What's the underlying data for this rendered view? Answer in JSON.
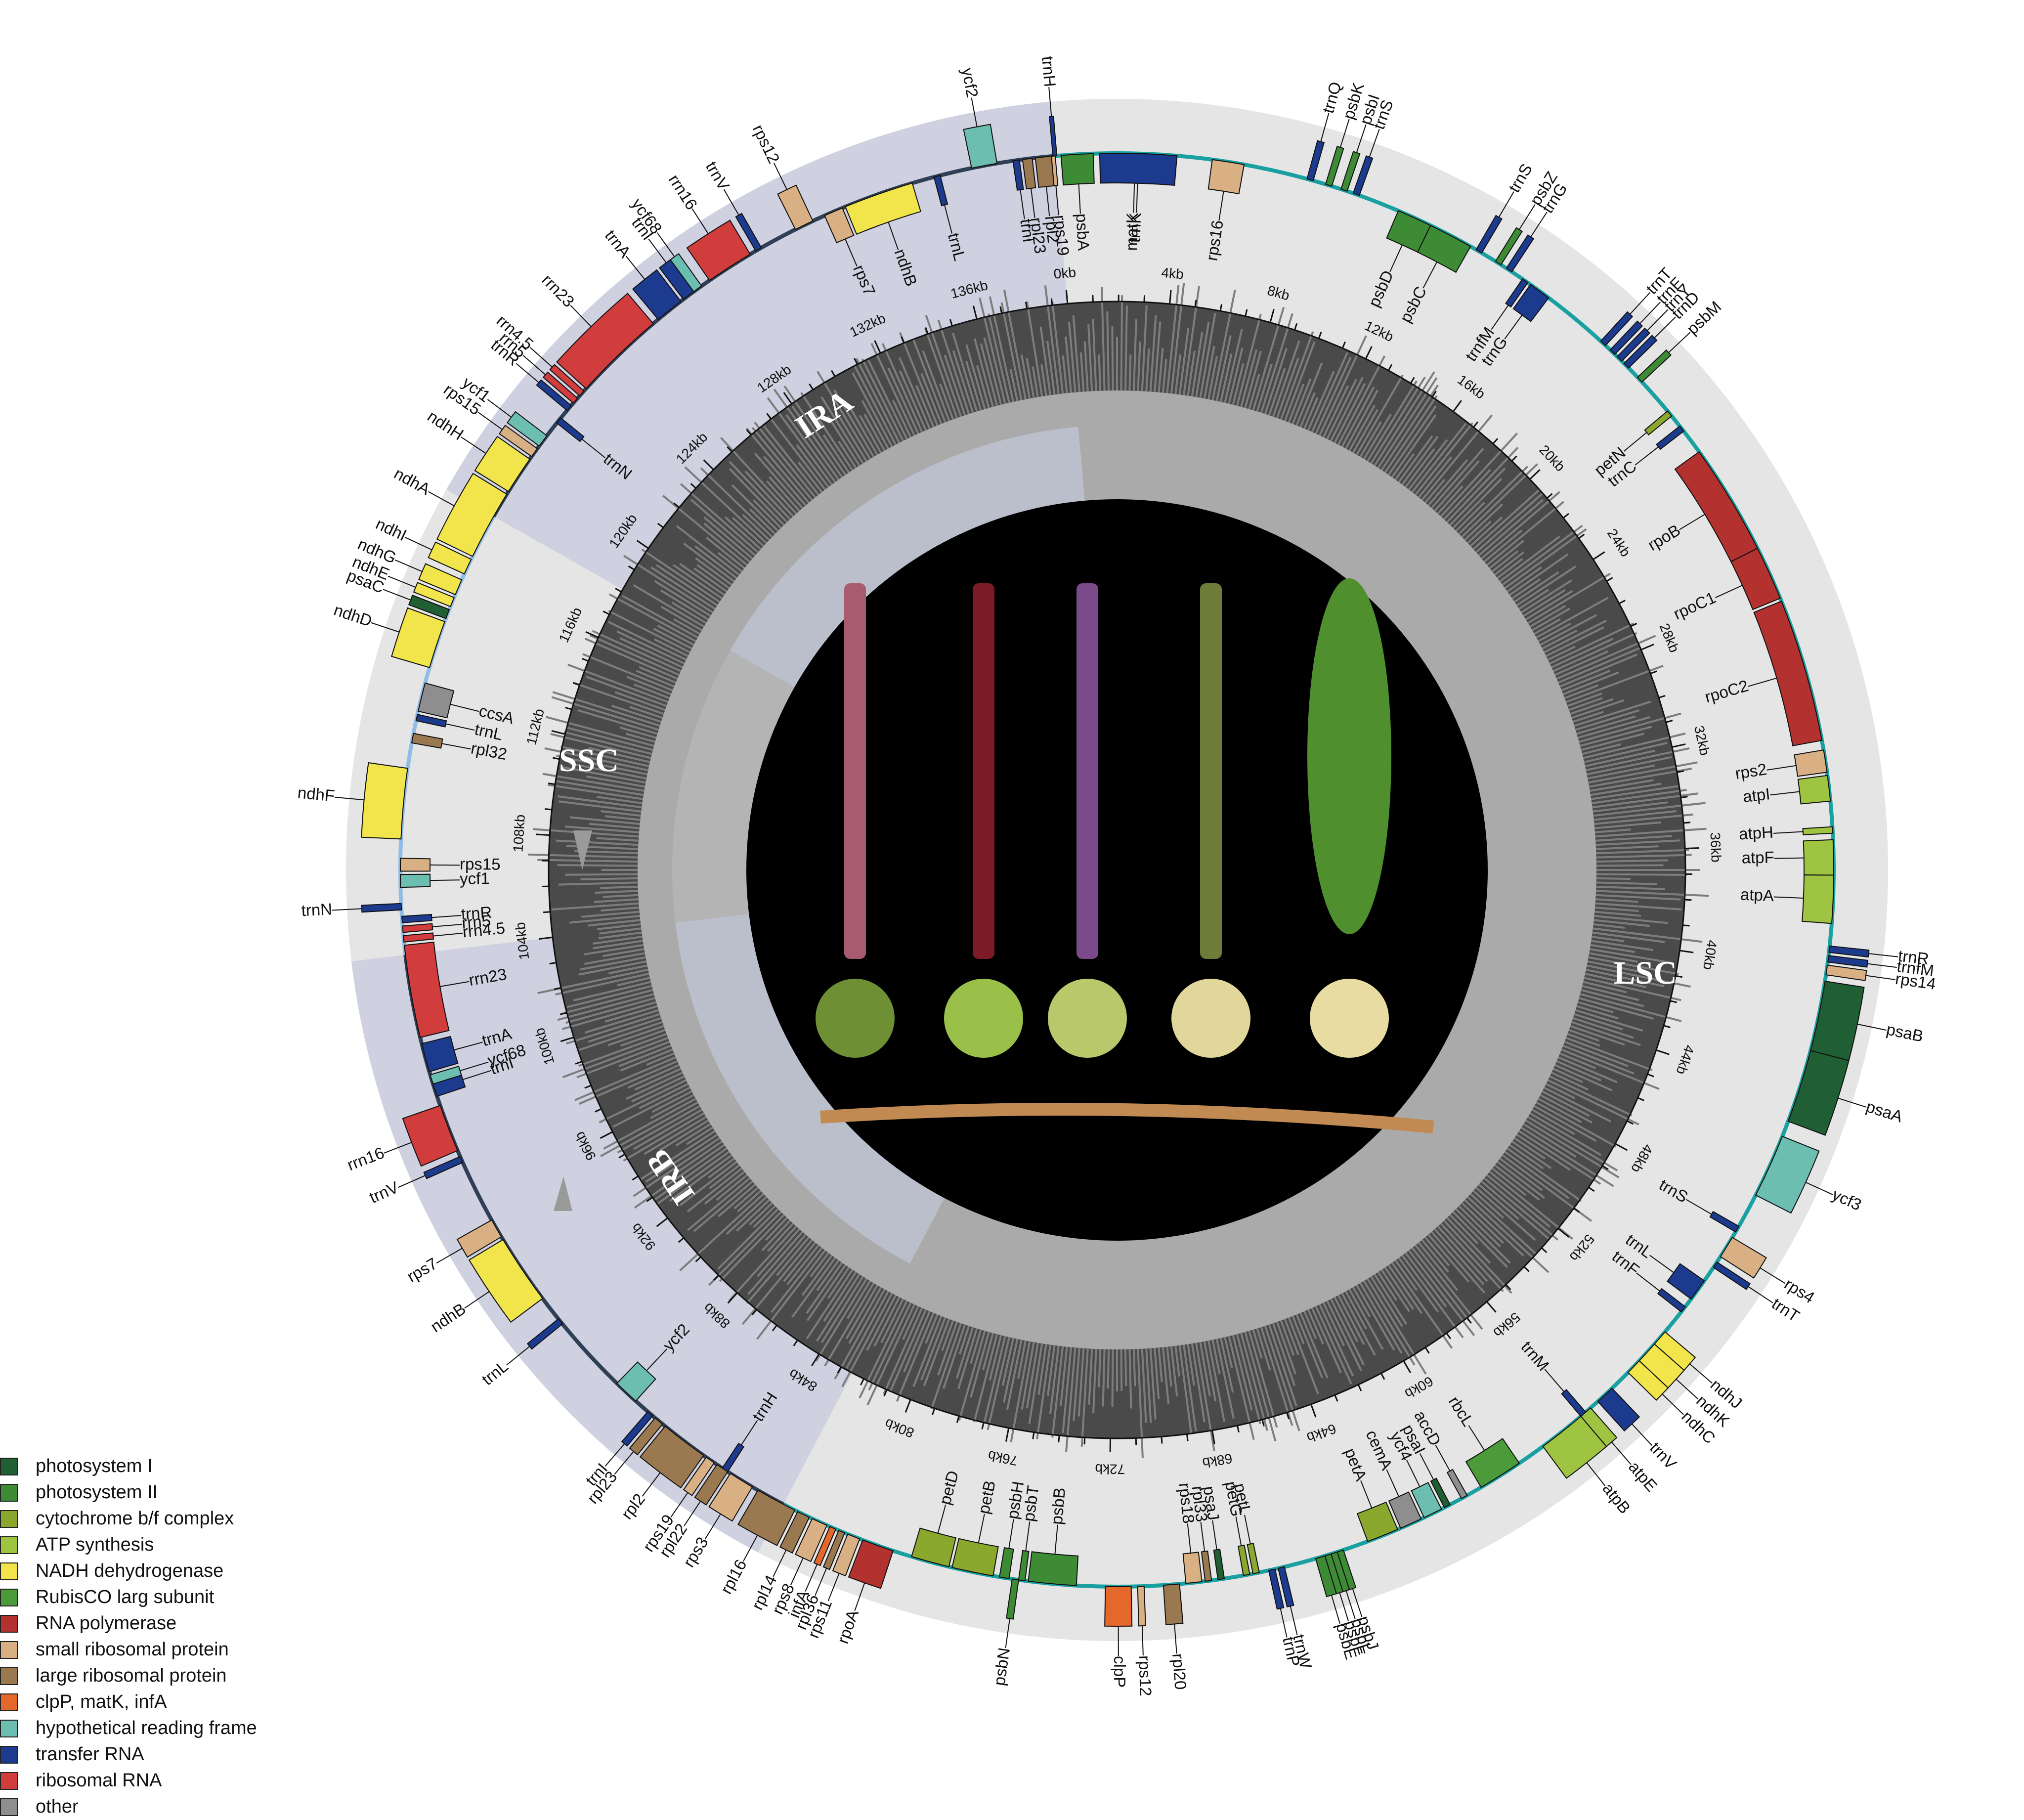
{
  "genome": {
    "total_kb": 139.6,
    "origin_angle_deg": -95,
    "regions": [
      {
        "name": "LSC",
        "start": 0,
        "end": 82.5
      },
      {
        "name": "IRB",
        "start": 82.5,
        "end": 104.0
      },
      {
        "name": "SSC",
        "start": 104.0,
        "end": 118.1
      },
      {
        "name": "IRA",
        "start": 118.1,
        "end": 139.6
      }
    ],
    "kb_ticks": [
      "0kb",
      "4kb",
      "8kb",
      "12kb",
      "16kb",
      "20kb",
      "24kb",
      "28kb",
      "32kb",
      "36kb",
      "40kb",
      "44kb",
      "48kb",
      "52kb",
      "56kb",
      "60kb",
      "64kb",
      "68kb",
      "72kb",
      "76kb",
      "80kb",
      "84kb",
      "88kb",
      "92kb",
      "96kb",
      "100kb",
      "104kb",
      "108kb",
      "112kb",
      "116kb",
      "120kb",
      "124kb",
      "128kb",
      "132kb",
      "136kb"
    ]
  },
  "colors": {
    "photosystem_I": "#1f5f33",
    "photosystem_II": "#3d8c35",
    "cytochrome": "#8aa82d",
    "atp": "#9ec441",
    "ndh": "#f1e54b",
    "rubisco": "#4c9b3a",
    "rna_pol": "#b3312f",
    "small_ribo": "#d9b083",
    "large_ribo": "#9a7850",
    "clp": "#e4672b",
    "ycf": "#6cbfb0",
    "trna": "#1c3b8f",
    "rrna": "#d13c3c",
    "other": "#8e8e8e",
    "track_line": "#1aa0a0"
  },
  "legend": [
    {
      "label": "photosystem I",
      "color": "#1f5f33"
    },
    {
      "label": "photosystem II",
      "color": "#3d8c35"
    },
    {
      "label": "cytochrome b/f complex",
      "color": "#8aa82d"
    },
    {
      "label": "ATP synthesis",
      "color": "#9ec441"
    },
    {
      "label": "NADH dehydrogenase",
      "color": "#f1e54b"
    },
    {
      "label": "RubisCO larg subunit",
      "color": "#4c9b3a"
    },
    {
      "label": "RNA polymerase",
      "color": "#b3312f"
    },
    {
      "label": "small ribosomal protein",
      "color": "#d9b083"
    },
    {
      "label": "large ribosomal protein",
      "color": "#9a7850"
    },
    {
      "label": "clpP, matK, infA",
      "color": "#e4672b"
    },
    {
      "label": "hypothetical reading frame",
      "color": "#6cbfb0"
    },
    {
      "label": "transfer RNA",
      "color": "#1c3b8f"
    },
    {
      "label": "ribosomal RNA",
      "color": "#d13c3c"
    },
    {
      "label": "other",
      "color": "#8e8e8e"
    }
  ],
  "genes": [
    {
      "name": "psbA",
      "start": 0.2,
      "end": 1.2,
      "strand": "in",
      "cat": "photosystem_II"
    },
    {
      "name": "matK",
      "start": 1.8,
      "end": 3.2,
      "strand": "in",
      "cat": "clp"
    },
    {
      "name": "trnK",
      "start": 1.4,
      "end": 3.8,
      "strand": "in",
      "cat": "trna"
    },
    {
      "name": "rps16",
      "start": 4.9,
      "end": 5.9,
      "strand": "in",
      "cat": "small_ribo"
    },
    {
      "name": "trnQ",
      "start": 7.9,
      "end": 8.1,
      "strand": "out",
      "cat": "trna"
    },
    {
      "name": "psbK",
      "start": 8.5,
      "end": 8.7,
      "strand": "out",
      "cat": "photosystem_II"
    },
    {
      "name": "psbI",
      "start": 9.0,
      "end": 9.2,
      "strand": "out",
      "cat": "photosystem_II"
    },
    {
      "name": "trnS",
      "start": 9.4,
      "end": 9.6,
      "strand": "out",
      "cat": "trna"
    },
    {
      "name": "psbD",
      "start": 10.9,
      "end": 12.0,
      "strand": "in",
      "cat": "photosystem_II"
    },
    {
      "name": "psbC",
      "start": 12.0,
      "end": 13.4,
      "strand": "in",
      "cat": "photosystem_II"
    },
    {
      "name": "trnS",
      "start": 13.6,
      "end": 13.8,
      "strand": "out",
      "cat": "trna"
    },
    {
      "name": "psbZ",
      "start": 14.3,
      "end": 14.5,
      "strand": "out",
      "cat": "photosystem_II"
    },
    {
      "name": "trnG",
      "start": 14.7,
      "end": 14.9,
      "strand": "out",
      "cat": "trna"
    },
    {
      "name": "trnfM",
      "start": 15.3,
      "end": 15.5,
      "strand": "in",
      "cat": "trna"
    },
    {
      "name": "trnG",
      "start": 15.6,
      "end": 16.3,
      "strand": "in",
      "cat": "trna"
    },
    {
      "name": "trnT",
      "start": 18.4,
      "end": 18.6,
      "strand": "out",
      "cat": "trna"
    },
    {
      "name": "trnE",
      "start": 18.8,
      "end": 19.0,
      "strand": "out",
      "cat": "trna"
    },
    {
      "name": "trnY",
      "start": 19.1,
      "end": 19.3,
      "strand": "out",
      "cat": "trna"
    },
    {
      "name": "trnD",
      "start": 19.4,
      "end": 19.6,
      "strand": "out",
      "cat": "trna"
    },
    {
      "name": "psbM",
      "start": 20.0,
      "end": 20.2,
      "strand": "out",
      "cat": "photosystem_II"
    },
    {
      "name": "petN",
      "start": 21.4,
      "end": 21.6,
      "strand": "in",
      "cat": "cytochrome"
    },
    {
      "name": "trnC",
      "start": 22.0,
      "end": 22.2,
      "strand": "in",
      "cat": "trna"
    },
    {
      "name": "rpoB",
      "start": 23.0,
      "end": 26.5,
      "strand": "in",
      "cat": "rna_pol"
    },
    {
      "name": "rpoC1",
      "start": 26.5,
      "end": 28.2,
      "strand": "in",
      "cat": "rna_pol"
    },
    {
      "name": "rpoC2",
      "start": 28.3,
      "end": 32.8,
      "strand": "in",
      "cat": "rna_pol"
    },
    {
      "name": "rps2",
      "start": 33.1,
      "end": 33.8,
      "strand": "in",
      "cat": "small_ribo"
    },
    {
      "name": "atpI",
      "start": 33.9,
      "end": 34.7,
      "strand": "in",
      "cat": "atp"
    },
    {
      "name": "atpH",
      "start": 35.5,
      "end": 35.7,
      "strand": "in",
      "cat": "atp"
    },
    {
      "name": "atpF",
      "start": 35.9,
      "end": 37.0,
      "strand": "in",
      "cat": "atp"
    },
    {
      "name": "atpA",
      "start": 37.0,
      "end": 38.5,
      "strand": "in",
      "cat": "atp"
    },
    {
      "name": "trnR",
      "start": 39.2,
      "end": 39.4,
      "strand": "out",
      "cat": "trna"
    },
    {
      "name": "trnfM",
      "start": 39.5,
      "end": 39.7,
      "strand": "out",
      "cat": "trna"
    },
    {
      "name": "rps14",
      "start": 39.8,
      "end": 40.1,
      "strand": "out",
      "cat": "small_ribo"
    },
    {
      "name": "psaB",
      "start": 40.3,
      "end": 42.5,
      "strand": "out",
      "cat": "photosystem_I"
    },
    {
      "name": "psaA",
      "start": 42.5,
      "end": 44.8,
      "strand": "out",
      "cat": "photosystem_I"
    },
    {
      "name": "ycf3",
      "start": 45.3,
      "end": 47.3,
      "strand": "out",
      "cat": "ycf"
    },
    {
      "name": "trnS",
      "start": 48.4,
      "end": 48.6,
      "strand": "in",
      "cat": "trna"
    },
    {
      "name": "rps4",
      "start": 48.8,
      "end": 49.5,
      "strand": "out",
      "cat": "small_ribo"
    },
    {
      "name": "trnT",
      "start": 49.7,
      "end": 49.9,
      "strand": "out",
      "cat": "trna"
    },
    {
      "name": "trnL",
      "start": 50.4,
      "end": 51.1,
      "strand": "in",
      "cat": "trna"
    },
    {
      "name": "trnF",
      "start": 51.4,
      "end": 51.6,
      "strand": "in",
      "cat": "trna"
    },
    {
      "name": "ndhJ",
      "start": 52.4,
      "end": 52.9,
      "strand": "out",
      "cat": "ndh"
    },
    {
      "name": "ndhK",
      "start": 52.9,
      "end": 53.6,
      "strand": "out",
      "cat": "ndh"
    },
    {
      "name": "ndhC",
      "start": 53.6,
      "end": 54.1,
      "strand": "out",
      "cat": "ndh"
    },
    {
      "name": "trnV",
      "start": 54.8,
      "end": 55.4,
      "strand": "out",
      "cat": "trna"
    },
    {
      "name": "trnM",
      "start": 55.9,
      "end": 56.1,
      "strand": "in",
      "cat": "trna"
    },
    {
      "name": "atpE",
      "start": 55.7,
      "end": 56.1,
      "strand": "out",
      "cat": "atp"
    },
    {
      "name": "atpB",
      "start": 56.1,
      "end": 57.6,
      "strand": "out",
      "cat": "atp"
    },
    {
      "name": "rbcL",
      "start": 58.5,
      "end": 59.9,
      "strand": "in",
      "cat": "rubisco"
    },
    {
      "name": "accD",
      "start": 60.4,
      "end": 60.6,
      "strand": "in",
      "cat": "other"
    },
    {
      "name": "psaI",
      "start": 61.0,
      "end": 61.2,
      "strand": "in",
      "cat": "photosystem_I"
    },
    {
      "name": "ycf4",
      "start": 61.3,
      "end": 61.9,
      "strand": "in",
      "cat": "ycf"
    },
    {
      "name": "cemA",
      "start": 62.0,
      "end": 62.7,
      "strand": "in",
      "cat": "other"
    },
    {
      "name": "petA",
      "start": 62.8,
      "end": 63.8,
      "strand": "in",
      "cat": "cytochrome"
    },
    {
      "name": "psbJ",
      "start": 64.6,
      "end": 64.8,
      "strand": "out",
      "cat": "photosystem_II"
    },
    {
      "name": "psbL",
      "start": 64.8,
      "end": 65.0,
      "strand": "out",
      "cat": "photosystem_II"
    },
    {
      "name": "psbF",
      "start": 65.0,
      "end": 65.2,
      "strand": "out",
      "cat": "photosystem_II"
    },
    {
      "name": "psbE",
      "start": 65.2,
      "end": 65.5,
      "strand": "out",
      "cat": "photosystem_II"
    },
    {
      "name": "trnW",
      "start": 66.5,
      "end": 66.7,
      "strand": "out",
      "cat": "trna"
    },
    {
      "name": "trnP",
      "start": 66.8,
      "end": 67.0,
      "strand": "out",
      "cat": "trna"
    },
    {
      "name": "petL",
      "start": 67.3,
      "end": 67.5,
      "strand": "in",
      "cat": "cytochrome"
    },
    {
      "name": "petG",
      "start": 67.6,
      "end": 67.8,
      "strand": "in",
      "cat": "cytochrome"
    },
    {
      "name": "psaJ",
      "start": 68.4,
      "end": 68.6,
      "strand": "in",
      "cat": "photosystem_I"
    },
    {
      "name": "rpl33",
      "start": 68.8,
      "end": 69.0,
      "strand": "in",
      "cat": "large_ribo"
    },
    {
      "name": "rps18",
      "start": 69.1,
      "end": 69.6,
      "strand": "in",
      "cat": "small_ribo"
    },
    {
      "name": "rpl20",
      "start": 69.8,
      "end": 70.3,
      "strand": "out",
      "cat": "large_ribo"
    },
    {
      "name": "rps12",
      "start": 70.9,
      "end": 71.1,
      "strand": "out",
      "cat": "small_ribo"
    },
    {
      "name": "clpP",
      "start": 71.3,
      "end": 72.1,
      "strand": "out",
      "cat": "clp"
    },
    {
      "name": "psbB",
      "start": 73.0,
      "end": 74.5,
      "strand": "in",
      "cat": "photosystem_II"
    },
    {
      "name": "psbT",
      "start": 74.6,
      "end": 74.8,
      "strand": "in",
      "cat": "photosystem_II"
    },
    {
      "name": "psbN",
      "start": 74.8,
      "end": 75.0,
      "strand": "out",
      "cat": "photosystem_II"
    },
    {
      "name": "psbH",
      "start": 75.1,
      "end": 75.4,
      "strand": "in",
      "cat": "photosystem_II"
    },
    {
      "name": "petB",
      "start": 75.6,
      "end": 76.9,
      "strand": "in",
      "cat": "cytochrome"
    },
    {
      "name": "petD",
      "start": 77.0,
      "end": 78.2,
      "strand": "in",
      "cat": "cytochrome"
    },
    {
      "name": "rpoA",
      "start": 78.8,
      "end": 79.8,
      "strand": "out",
      "cat": "rna_pol"
    },
    {
      "name": "rps11",
      "start": 79.9,
      "end": 80.3,
      "strand": "out",
      "cat": "small_ribo"
    },
    {
      "name": "rpl36",
      "start": 80.4,
      "end": 80.6,
      "strand": "out",
      "cat": "large_ribo"
    },
    {
      "name": "infA",
      "start": 80.7,
      "end": 80.9,
      "strand": "out",
      "cat": "clp"
    },
    {
      "name": "rps8",
      "start": 81.0,
      "end": 81.5,
      "strand": "out",
      "cat": "small_ribo"
    },
    {
      "name": "rpl14",
      "start": 81.6,
      "end": 82.0,
      "strand": "out",
      "cat": "large_ribo"
    },
    {
      "name": "rpl16",
      "start": 82.1,
      "end": 83.4,
      "strand": "out",
      "cat": "large_ribo"
    },
    {
      "name": "rps3",
      "start": 83.6,
      "end": 84.4,
      "strand": "out",
      "cat": "small_ribo"
    },
    {
      "name": "rpl22",
      "start": 84.5,
      "end": 84.9,
      "strand": "out",
      "cat": "large_ribo"
    },
    {
      "name": "rps19",
      "start": 85.0,
      "end": 85.3,
      "strand": "out",
      "cat": "small_ribo"
    },
    {
      "name": "trnH",
      "start": 84.5,
      "end": 84.7,
      "strand": "in",
      "cat": "trna"
    },
    {
      "name": "rpl2",
      "start": 85.4,
      "end": 86.9,
      "strand": "out",
      "cat": "large_ribo"
    },
    {
      "name": "rpl23",
      "start": 87.0,
      "end": 87.3,
      "strand": "out",
      "cat": "large_ribo"
    },
    {
      "name": "trnI",
      "start": 87.4,
      "end": 87.6,
      "strand": "out",
      "cat": "trna"
    },
    {
      "name": "ycf2",
      "start": 88.1,
      "end": 88.9,
      "strand": "in",
      "cat": "ycf"
    },
    {
      "name": "trnL",
      "start": 91.4,
      "end": 91.6,
      "strand": "out",
      "cat": "trna"
    },
    {
      "name": "ndhB",
      "start": 92.4,
      "end": 94.6,
      "strand": "out",
      "cat": "ndh"
    },
    {
      "name": "rps7",
      "start": 94.7,
      "end": 95.3,
      "strand": "out",
      "cat": "small_ribo"
    },
    {
      "name": "trnV",
      "start": 97.3,
      "end": 97.5,
      "strand": "out",
      "cat": "trna"
    },
    {
      "name": "rrn16",
      "start": 97.7,
      "end": 99.2,
      "strand": "out",
      "cat": "rrna"
    },
    {
      "name": "trnI",
      "start": 99.5,
      "end": 100.0,
      "strand": "in",
      "cat": "trna"
    },
    {
      "name": "ycf68",
      "start": 99.9,
      "end": 100.2,
      "strand": "in",
      "cat": "ycf"
    },
    {
      "name": "trnA",
      "start": 100.3,
      "end": 101.2,
      "strand": "in",
      "cat": "trna"
    },
    {
      "name": "rrn23",
      "start": 101.4,
      "end": 104.3,
      "strand": "in",
      "cat": "rrna"
    },
    {
      "name": "rrn4.5",
      "start": 104.4,
      "end": 104.6,
      "strand": "in",
      "cat": "rrna"
    },
    {
      "name": "rrn5",
      "start": 104.7,
      "end": 104.9,
      "strand": "in",
      "cat": "rrna"
    },
    {
      "name": "trnR",
      "start": 105.0,
      "end": 105.2,
      "strand": "in",
      "cat": "trna"
    },
    {
      "name": "trnN",
      "start": 105.4,
      "end": 105.6,
      "strand": "out",
      "cat": "trna"
    },
    {
      "name": "ycf1",
      "start": 106.1,
      "end": 106.5,
      "strand": "in",
      "cat": "ycf"
    },
    {
      "name": "rps15",
      "start": 106.6,
      "end": 107.0,
      "strand": "in",
      "cat": "small_ribo"
    },
    {
      "name": "ndhF",
      "start": 107.6,
      "end": 109.8,
      "strand": "out",
      "cat": "ndh"
    },
    {
      "name": "rpl32",
      "start": 110.6,
      "end": 110.9,
      "strand": "in",
      "cat": "large_ribo"
    },
    {
      "name": "trnL",
      "start": 111.3,
      "end": 111.5,
      "strand": "in",
      "cat": "trna"
    },
    {
      "name": "ccsA",
      "start": 111.6,
      "end": 112.5,
      "strand": "in",
      "cat": "other"
    },
    {
      "name": "ndhD",
      "start": 113.0,
      "end": 114.5,
      "strand": "out",
      "cat": "ndh"
    },
    {
      "name": "psaC",
      "start": 114.6,
      "end": 114.9,
      "strand": "out",
      "cat": "photosystem_I"
    },
    {
      "name": "ndhE",
      "start": 115.0,
      "end": 115.3,
      "strand": "out",
      "cat": "ndh"
    },
    {
      "name": "ndhG",
      "start": 115.4,
      "end": 115.9,
      "strand": "out",
      "cat": "ndh"
    },
    {
      "name": "ndhI",
      "start": 116.1,
      "end": 116.6,
      "strand": "out",
      "cat": "ndh"
    },
    {
      "name": "ndhA",
      "start": 116.7,
      "end": 118.9,
      "strand": "out",
      "cat": "ndh"
    },
    {
      "name": "ndhH",
      "start": 119.0,
      "end": 120.2,
      "strand": "out",
      "cat": "ndh"
    },
    {
      "name": "rps15",
      "start": 120.3,
      "end": 120.6,
      "strand": "out",
      "cat": "small_ribo"
    },
    {
      "name": "ycf1",
      "start": 120.7,
      "end": 121.1,
      "strand": "out",
      "cat": "ycf"
    },
    {
      "name": "trnN",
      "start": 121.6,
      "end": 121.8,
      "strand": "in",
      "cat": "trna"
    },
    {
      "name": "trnR",
      "start": 122.1,
      "end": 122.3,
      "strand": "out",
      "cat": "trna"
    },
    {
      "name": "rrn5",
      "start": 122.4,
      "end": 122.6,
      "strand": "out",
      "cat": "rrna"
    },
    {
      "name": "rrn4.5",
      "start": 122.7,
      "end": 122.9,
      "strand": "out",
      "cat": "rrna"
    },
    {
      "name": "rrn23",
      "start": 123.0,
      "end": 125.9,
      "strand": "out",
      "cat": "rrna"
    },
    {
      "name": "trnA",
      "start": 126.1,
      "end": 127.0,
      "strand": "out",
      "cat": "trna"
    },
    {
      "name": "trnI",
      "start": 127.1,
      "end": 127.6,
      "strand": "out",
      "cat": "trna"
    },
    {
      "name": "ycf68",
      "start": 127.5,
      "end": 127.8,
      "strand": "out",
      "cat": "ycf"
    },
    {
      "name": "rrn16",
      "start": 128.1,
      "end": 129.6,
      "strand": "out",
      "cat": "rrna"
    },
    {
      "name": "trnV",
      "start": 129.8,
      "end": 130.0,
      "strand": "out",
      "cat": "trna"
    },
    {
      "name": "rps12",
      "start": 131.2,
      "end": 131.8,
      "strand": "out",
      "cat": "small_ribo"
    },
    {
      "name": "rps7",
      "start": 132.2,
      "end": 132.8,
      "strand": "in",
      "cat": "small_ribo"
    },
    {
      "name": "ndhB",
      "start": 132.9,
      "end": 135.1,
      "strand": "in",
      "cat": "ndh"
    },
    {
      "name": "trnL",
      "start": 135.8,
      "end": 136.0,
      "strand": "in",
      "cat": "trna"
    },
    {
      "name": "ycf2",
      "start": 137.0,
      "end": 137.8,
      "strand": "out",
      "cat": "ycf"
    },
    {
      "name": "trnI",
      "start": 138.3,
      "end": 138.5,
      "strand": "in",
      "cat": "trna"
    },
    {
      "name": "rpl23",
      "start": 138.6,
      "end": 138.9,
      "strand": "in",
      "cat": "large_ribo"
    },
    {
      "name": "rpl2",
      "start": 139.0,
      "end": 139.5,
      "strand": "in",
      "cat": "large_ribo"
    },
    {
      "name": "rps19",
      "start": 139.5,
      "end": 139.6,
      "strand": "in",
      "cat": "small_ribo"
    },
    {
      "name": "trnH",
      "start": 139.55,
      "end": 139.6,
      "strand": "out",
      "cat": "trna"
    }
  ]
}
